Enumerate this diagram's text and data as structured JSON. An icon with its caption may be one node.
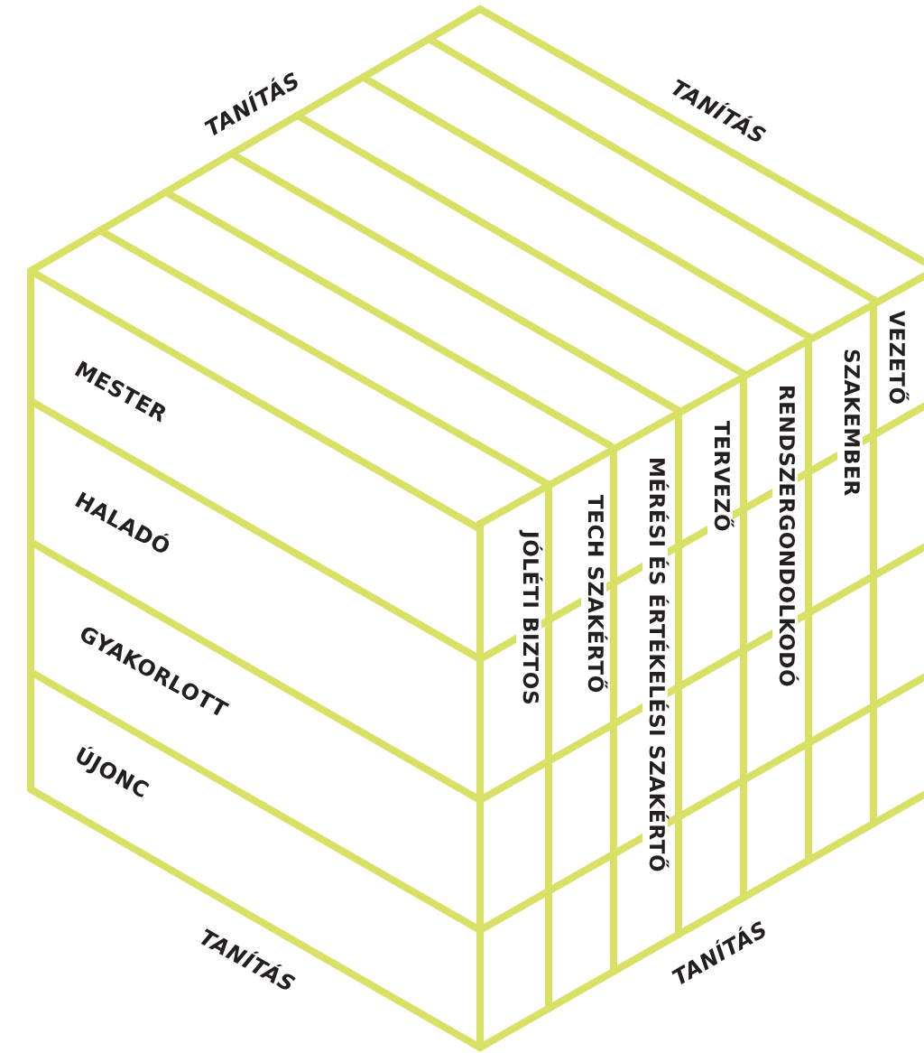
{
  "diagram": {
    "labels": [
      "TANÍTÁS",
      "TANÍTÁS",
      "MESTER",
      "HALADÓ",
      "GYAKORLOTT",
      "ÚJONC",
      "JÓLÉTI BIZTOS",
      "TECH SZAKÉRTŐ",
      "MÉRÉSI ÉS ÉRTÉKELÉSI SZAKÉRTŐ",
      "TERVEZŐ",
      "RENDSZERGONDOLKODÓ",
      "SZAKEMBER",
      "VEZETŐ",
      "TANÍTÁS",
      "TANÍTÁS"
    ]
  }
}
